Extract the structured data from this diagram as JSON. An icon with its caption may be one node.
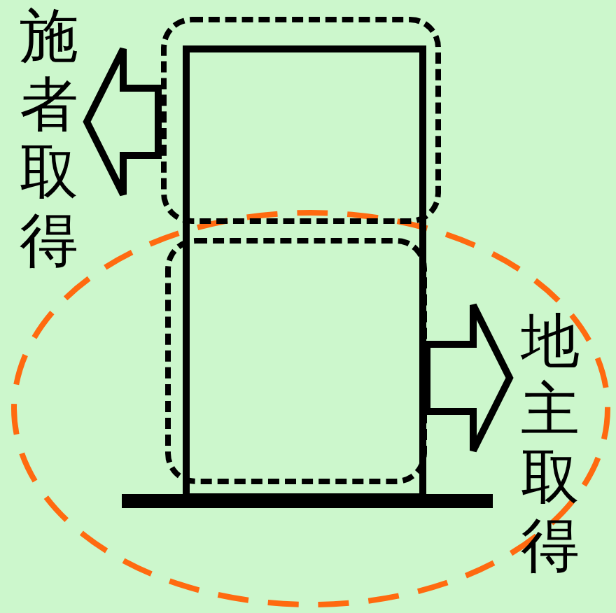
{
  "diagram": {
    "nodes": [
      {
        "text": [],
        "shape": "box"
      },
      {
        "text": [],
        "shape": "box"
      },
      {
        "text": [
          "施者取得"
        ]
      },
      {
        "text": [
          "地主取得"
        ]
      }
    ],
    "edges": [
      {
        "from": 0,
        "to": 2,
        "arrow": "to"
      },
      {
        "from": 1,
        "to": 3,
        "arrow": "to"
      }
    ]
  }
}
